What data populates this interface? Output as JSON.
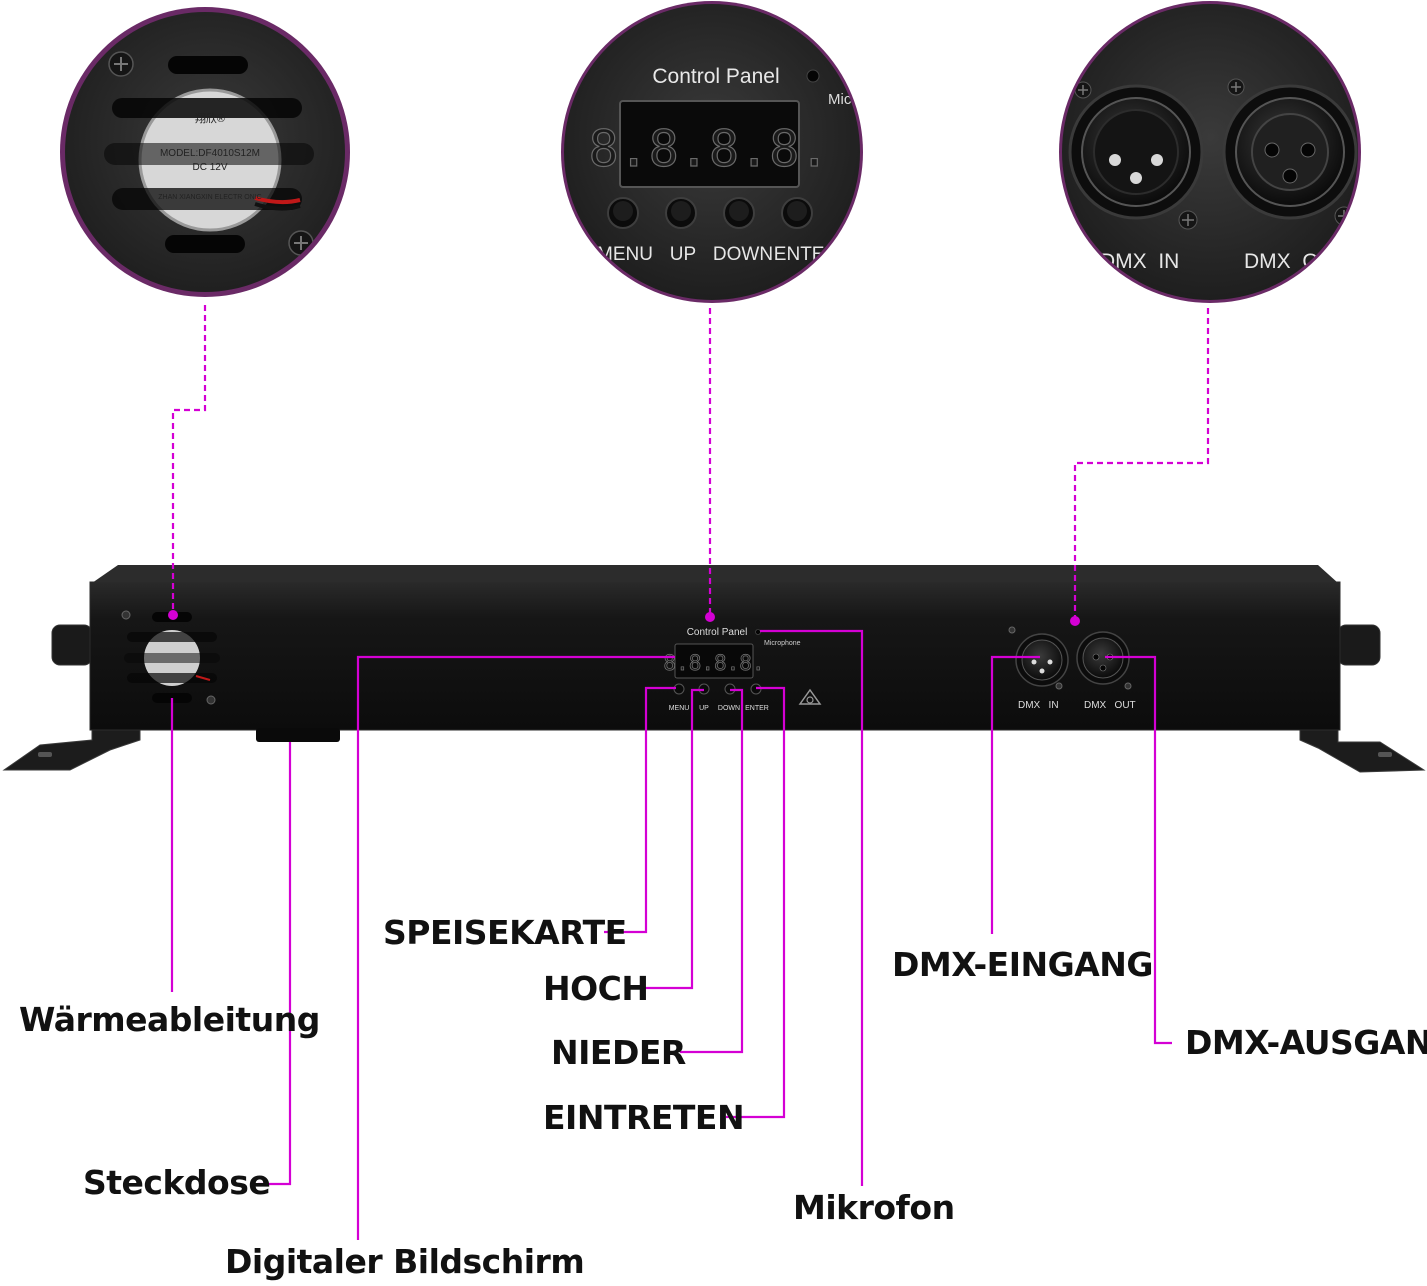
{
  "colors": {
    "accent": "#d400d4",
    "device": "#141414",
    "bezel": "#6a2a66"
  },
  "zoom_panel": {
    "title": "Control Panel",
    "mic_label": "Mic",
    "display": "8.8.8.8.",
    "buttons": [
      "MENU",
      "UP",
      "DOWN",
      "ENTER"
    ]
  },
  "zoom_fan": {
    "model": "MODEL:DF4010S12M",
    "dc": "DC 12V",
    "brand": "翔欣®",
    "maker": "ZHAN XIANGXIN ELECTR ONIC"
  },
  "zoom_dmx": {
    "in_label": "DMX  IN",
    "out_label": "DMX  O"
  },
  "device": {
    "panel_title": "Control Panel",
    "mic_label": "Microphone",
    "display": "8.8.8.8.",
    "buttons": [
      "MENU",
      "UP",
      "DOWN",
      "ENTER"
    ],
    "dmx_in": "DMX   IN",
    "dmx_out": "DMX   OUT"
  },
  "labels": {
    "speisekarte": "SPEISEKARTE",
    "hoch": "HOCH",
    "nieder": "NIEDER",
    "eintreten": "EINTRETEN",
    "waermeableitung": "Wärmeableitung",
    "steckdose": "Steckdose",
    "digitaler_bildschirm": "Digitaler Bildschirm",
    "mikrofon": "Mikrofon",
    "dmx_eingang": "DMX-EINGANG",
    "dmx_ausgang": "DMX-AUSGANG"
  }
}
